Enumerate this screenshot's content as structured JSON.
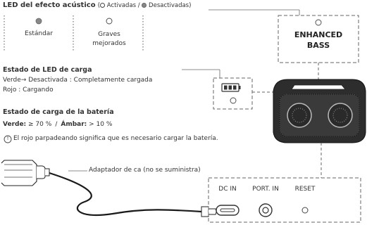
{
  "colors": {
    "ink": "#333333",
    "dash": "#666666",
    "speaker_body": "#2d2d2d",
    "led_off": "#888888"
  },
  "icons": [
    "led-off-circle-icon",
    "led-on-circle-icon",
    "battery-icon",
    "info-circle-icon",
    "usb-c-port-icon",
    "audio-jack-icon",
    "reset-button-icon"
  ],
  "sound_led": {
    "title": "LED del efecto acústico",
    "legend_open": "(",
    "legend_on": " Activadas / ",
    "legend_off": " Desactivadas)",
    "modes": [
      {
        "label": "Estándar",
        "state": "off"
      },
      {
        "label": "Graves\nmejorados",
        "state": "on"
      }
    ],
    "speaker_label": "ENHANCED\nBASS"
  },
  "charge_led": {
    "title": "Estado de LED de carga",
    "green_line": "Verde→ Desactivada : Completamente cargada",
    "red_line": "Rojo : Cargando"
  },
  "battery": {
    "title": "Estado de carga de la batería",
    "green_label": "Verde:",
    "green_value": " ≥ 70 %",
    "separator": "/",
    "amber_label": "Ámbar:",
    "amber_value": " > 10 %",
    "note_icon": "!",
    "note": "El rojo parpadeando significa que es necesario cargar la batería."
  },
  "adapter": {
    "label": "Adaptador de ca (no se suministra)"
  },
  "ports": {
    "dc_in": "DC IN",
    "port_in": "PORT. IN",
    "reset": "RESET"
  }
}
